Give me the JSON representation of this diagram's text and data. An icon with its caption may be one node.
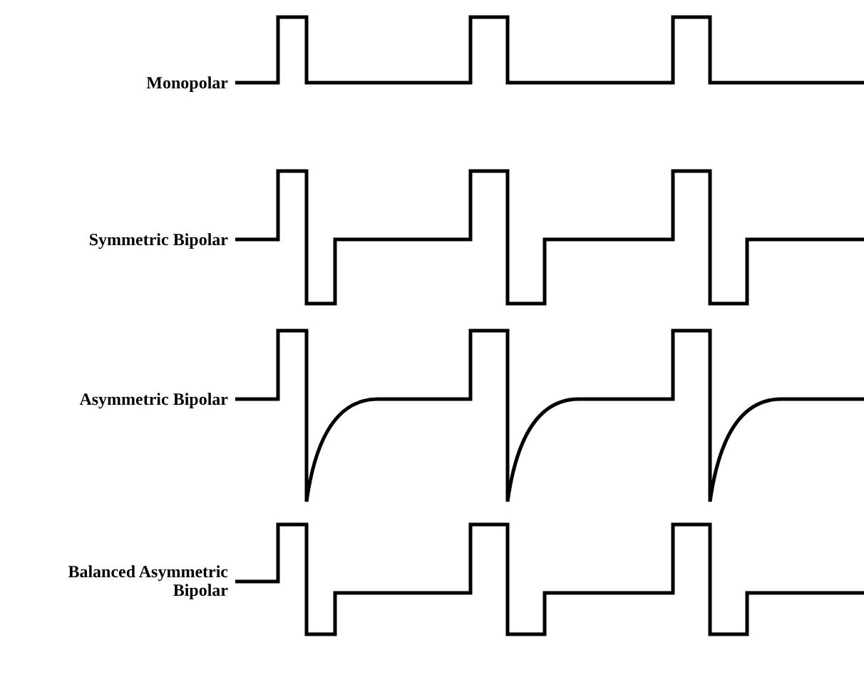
{
  "diagram": {
    "labels": [
      "Monopolar",
      "Symmetric Bipolar",
      "Asymmetric Bipolar",
      "Balanced Asymmetric Bipolar"
    ]
  }
}
